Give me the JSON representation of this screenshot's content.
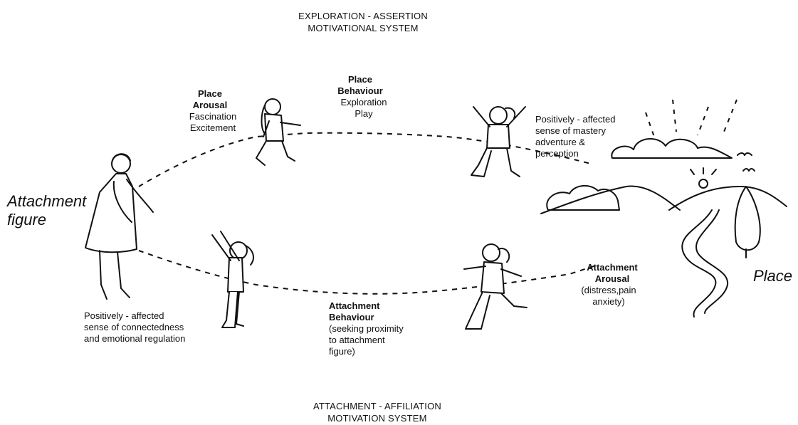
{
  "headings": {
    "top": "EXPLORATION - ASSERTION\nMOTIVATIONAL SYSTEM",
    "bottom": "ATTACHMENT - AFFILIATION\nMOTIVATION SYSTEM"
  },
  "nodes": {
    "attachment_figure": "Attachment\nfigure",
    "place": "Place"
  },
  "place_arousal": {
    "title": "Place\nArousal",
    "body": "Fascination\nExcitement"
  },
  "place_behaviour": {
    "title": "Place\nBehaviour",
    "body": "Exploration\nPlay"
  },
  "positive_place": "Positively - affected\nsense of mastery\nadventure &\nperception",
  "positive_attachment": "Positively - affected\nsense of connectedness\nand emotional regulation",
  "attachment_behaviour": {
    "title": "Attachment\nBehaviour",
    "body": "(seeking proximity\nto attachment\nfigure)"
  },
  "attachment_arousal": {
    "title": "Attachment\nArousal",
    "body": "(distress,pain\nanxiety)"
  }
}
